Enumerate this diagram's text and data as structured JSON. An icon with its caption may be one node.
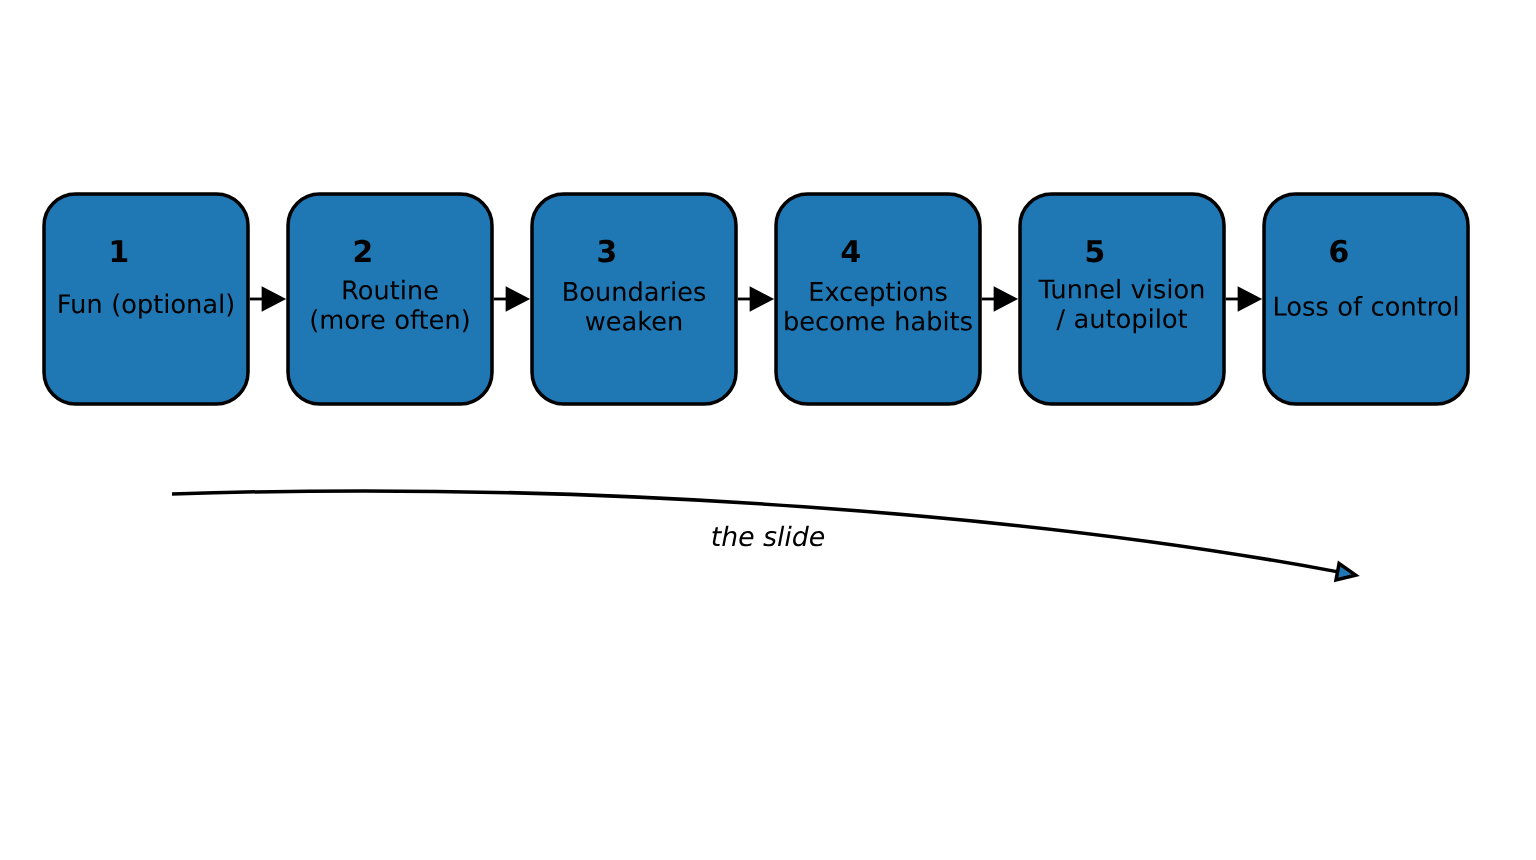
{
  "diagram": {
    "nodes": [
      {
        "text": [
          "1",
          "Fun (optional)"
        ]
      },
      {
        "text": [
          "2",
          "Routine (more often)"
        ]
      },
      {
        "text": [
          "3",
          "Boundaries weaken"
        ]
      },
      {
        "text": [
          "4",
          "Exceptions become habits"
        ]
      },
      {
        "text": [
          "5",
          "Tunnel vision / autopilot"
        ]
      },
      {
        "text": [
          "6",
          "Loss of control"
        ]
      }
    ],
    "edges": [
      {
        "from": 0,
        "to": 1,
        "arrow": "to"
      },
      {
        "from": 1,
        "to": 2,
        "arrow": "to"
      },
      {
        "from": 2,
        "to": 3,
        "arrow": "to"
      },
      {
        "from": 3,
        "to": 4,
        "arrow": "to"
      },
      {
        "from": 4,
        "to": 5,
        "arrow": "to"
      }
    ],
    "labels": [
      "the slide"
    ]
  }
}
